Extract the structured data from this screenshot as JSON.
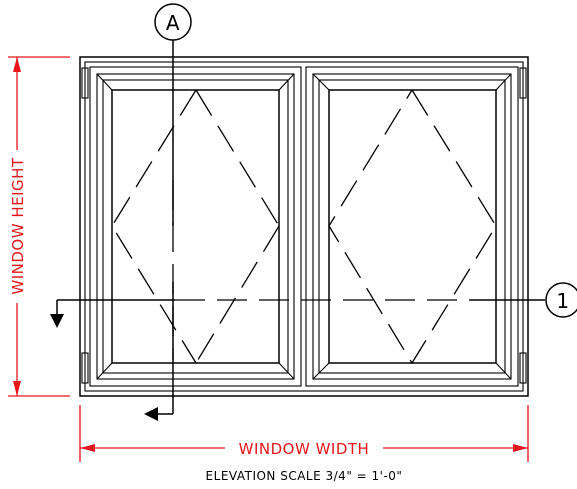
{
  "section_marks": {
    "vertical": {
      "label": "A"
    },
    "horizontal": {
      "label": "1"
    }
  },
  "dimensions": {
    "height_label": "WINDOW HEIGHT",
    "width_label": "WINDOW WIDTH"
  },
  "caption": "ELEVATION SCALE 3/4\" = 1'-0\"",
  "colors": {
    "linework": "#000000",
    "dimension": "#e8161b"
  }
}
